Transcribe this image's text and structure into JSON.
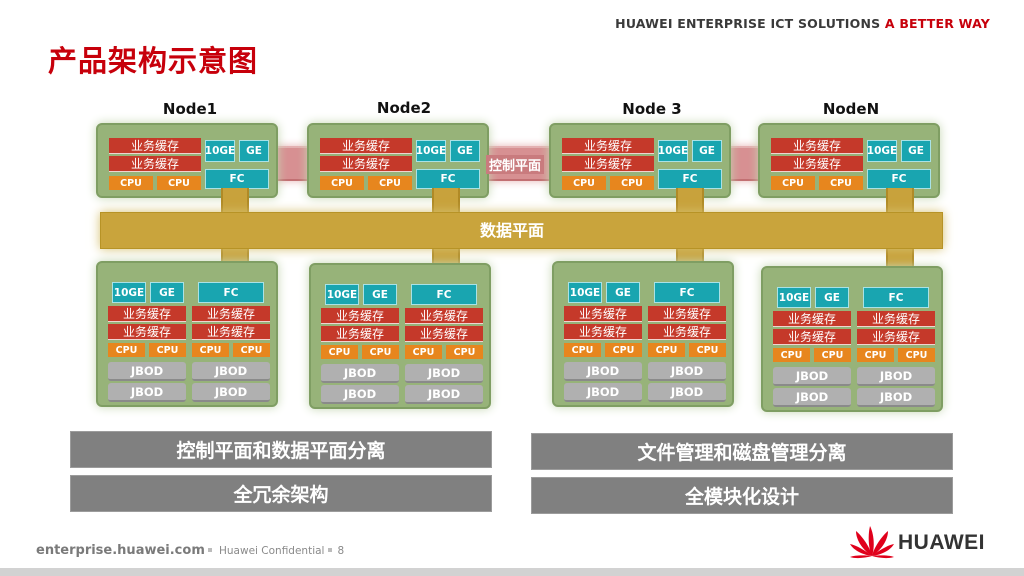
{
  "header": {
    "tagline_main": "HUAWEI ENTERPRISE ICT SOLUTIONS",
    "tagline_accent": "A BETTER WAY",
    "title": "产品架构示意图"
  },
  "nodes": [
    "Node1",
    "Node2",
    "Node 3",
    "NodeN"
  ],
  "planes": {
    "control": "控制平面",
    "data": "数据平面"
  },
  "blocks": {
    "business_cache": "业务缓存",
    "cpu": "CPU",
    "ge10": "10GE",
    "ge": "GE",
    "fc": "FC",
    "jbod": "JBOD"
  },
  "summary": {
    "left_1": "控制平面和数据平面分离",
    "left_2": "全冗余架构",
    "right_1": "文件管理和磁盘管理分离",
    "right_2": "全模块化设计"
  },
  "footer": {
    "url": "enterprise.huawei.com",
    "confidential": "Huawei Confidential",
    "page_number": "8",
    "logo_text": "HUAWEI"
  },
  "colors": {
    "brand_red": "#c7000b",
    "business_cache": "#c5392a",
    "cpu": "#e7861e",
    "network": "#19a5b0",
    "node_box": "#97b379",
    "data_plane": "#c9a43c",
    "control_plane": "#d79092",
    "jbod": "#b0b0b0",
    "summary_bar": "#808080"
  }
}
